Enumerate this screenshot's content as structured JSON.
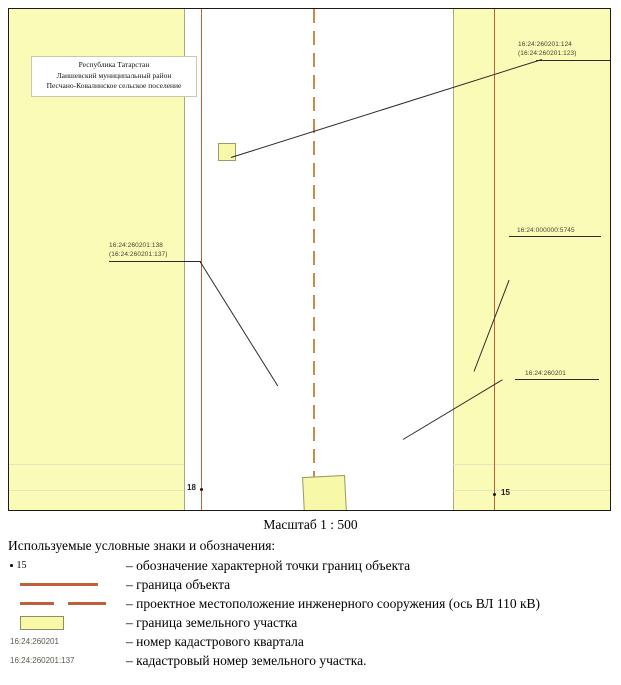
{
  "document": {
    "type": "cadastral-plan",
    "scale_caption": "Масштаб 1 : 500"
  },
  "map": {
    "title_box": {
      "line1": "Республика Татарстан",
      "line2": "Лаишевский муниципальный район",
      "line3": "Песчано-Ковалинское сельское поселение"
    },
    "colors": {
      "parcel_fill": "#fafbb6",
      "parcel_fill_small": "#f7f8a8",
      "object_boundary": "#c0603a",
      "engineering_axis": "#c98a4e",
      "parcel_border": "#9a9a6a",
      "leader_line": "#2b2b2b",
      "frame": "#1a1a1a"
    },
    "cadastral_labels": [
      {
        "id": "label-124",
        "line1": "16:24:260201:124",
        "line2": "(16:24:260201:123)"
      },
      {
        "id": "label-5745",
        "line1": "16:24:000000:5745",
        "line2": ""
      },
      {
        "id": "label-260201",
        "line1": "16:24:260201",
        "line2": ""
      },
      {
        "id": "label-138",
        "line1": "16:24:260201:138",
        "line2": "(16:24:260201:137)"
      }
    ],
    "vertices": [
      {
        "id": "vertex-18",
        "number": "18"
      },
      {
        "id": "vertex-15",
        "number": "15"
      }
    ]
  },
  "legend": {
    "heading": "Используемые условные знаки и обозначения:",
    "rows": [
      {
        "symbol": "point-marker",
        "symbol_number": "15",
        "text": "– обозначение характерной точки границ объекта"
      },
      {
        "symbol": "solid-line",
        "text": "– граница объекта"
      },
      {
        "symbol": "dashed-line",
        "text": "– проектное местоположение инженерного сооружения (ось ВЛ 110 кВ)"
      },
      {
        "symbol": "filled-square",
        "text": "– граница земельного участка"
      },
      {
        "symbol": "cadastral-quarter-number",
        "symbol_text": "16:24:260201",
        "text": "– номер кадастрового квартала"
      },
      {
        "symbol": "cadastral-parcel-number",
        "symbol_text": "16:24:260201:137",
        "text": "– кадастровый номер земельного участка."
      }
    ]
  }
}
